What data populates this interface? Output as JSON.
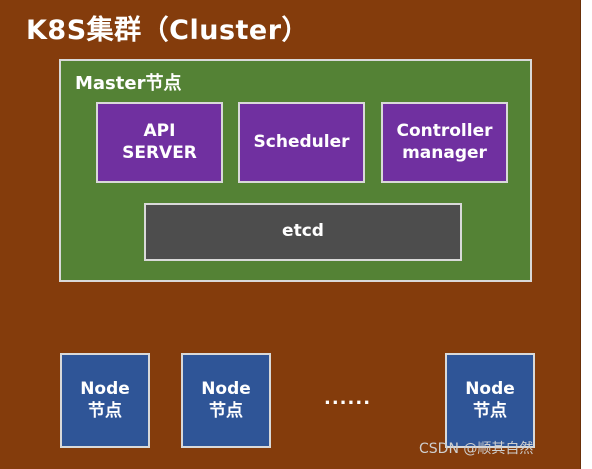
{
  "cluster": {
    "title": "K8S集群（Cluster）"
  },
  "master": {
    "title": "Master节点",
    "components": [
      {
        "line1": "API",
        "line2": "SERVER"
      },
      {
        "line1": "Scheduler",
        "line2": ""
      },
      {
        "line1": "Controller",
        "line2": "manager"
      }
    ],
    "etcd": "etcd"
  },
  "nodes": [
    {
      "line1": "Node",
      "line2": "节点"
    },
    {
      "line1": "Node",
      "line2": "节点"
    },
    {
      "line1": "Node",
      "line2": "节点"
    }
  ],
  "ellipsis": "......",
  "watermark": "CSDN @顺其自然"
}
